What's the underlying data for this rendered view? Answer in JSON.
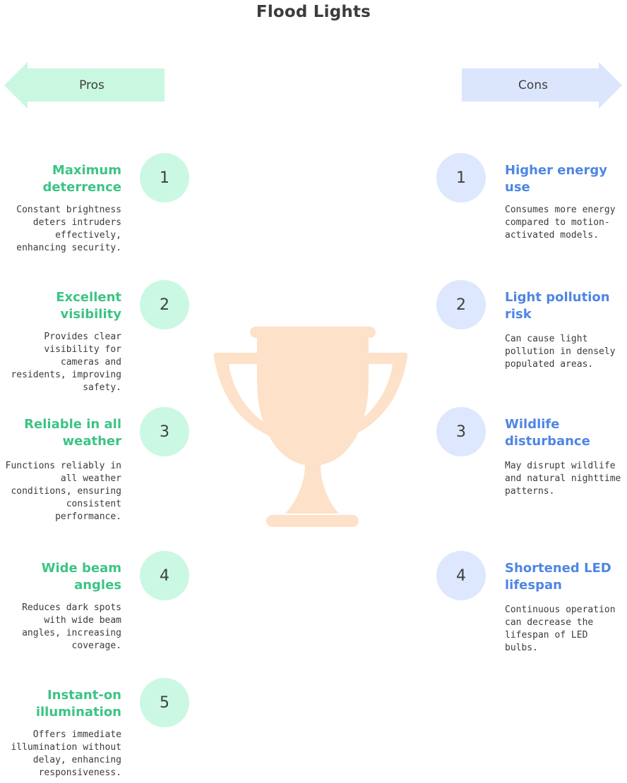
{
  "title": "Flood Lights",
  "colors": {
    "pro_arrow": "#c9f7e0",
    "con_arrow": "#dbe6fd",
    "pro_accent": "#3cc484",
    "con_accent": "#4e86e4",
    "trophy": "#fde1c8"
  },
  "pros_label": "Pros",
  "cons_label": "Cons",
  "pros": [
    {
      "number": "1",
      "title": "Maximum deterrence",
      "description": "Constant brightness deters intruders effectively, enhancing security."
    },
    {
      "number": "2",
      "title": "Excellent visibility",
      "description": "Provides clear visibility for cameras and residents, improving safety."
    },
    {
      "number": "3",
      "title": "Reliable in all weather",
      "description": "Functions reliably in all weather conditions, ensuring consistent performance."
    },
    {
      "number": "4",
      "title": "Wide beam angles",
      "description": "Reduces dark spots with wide beam angles, increasing coverage."
    },
    {
      "number": "5",
      "title": "Instant-on illumination",
      "description": "Offers immediate illumination without delay, enhancing responsiveness."
    }
  ],
  "cons": [
    {
      "number": "1",
      "title": "Higher energy use",
      "description": "Consumes more energy compared to motion-activated models."
    },
    {
      "number": "2",
      "title": "Light pollution risk",
      "description": "Can cause light pollution in densely populated areas."
    },
    {
      "number": "3",
      "title": "Wildlife disturbance",
      "description": "May disrupt wildlife and natural nighttime patterns."
    },
    {
      "number": "4",
      "title": "Shortened LED lifespan",
      "description": "Continuous operation can decrease the lifespan of LED bulbs."
    }
  ]
}
